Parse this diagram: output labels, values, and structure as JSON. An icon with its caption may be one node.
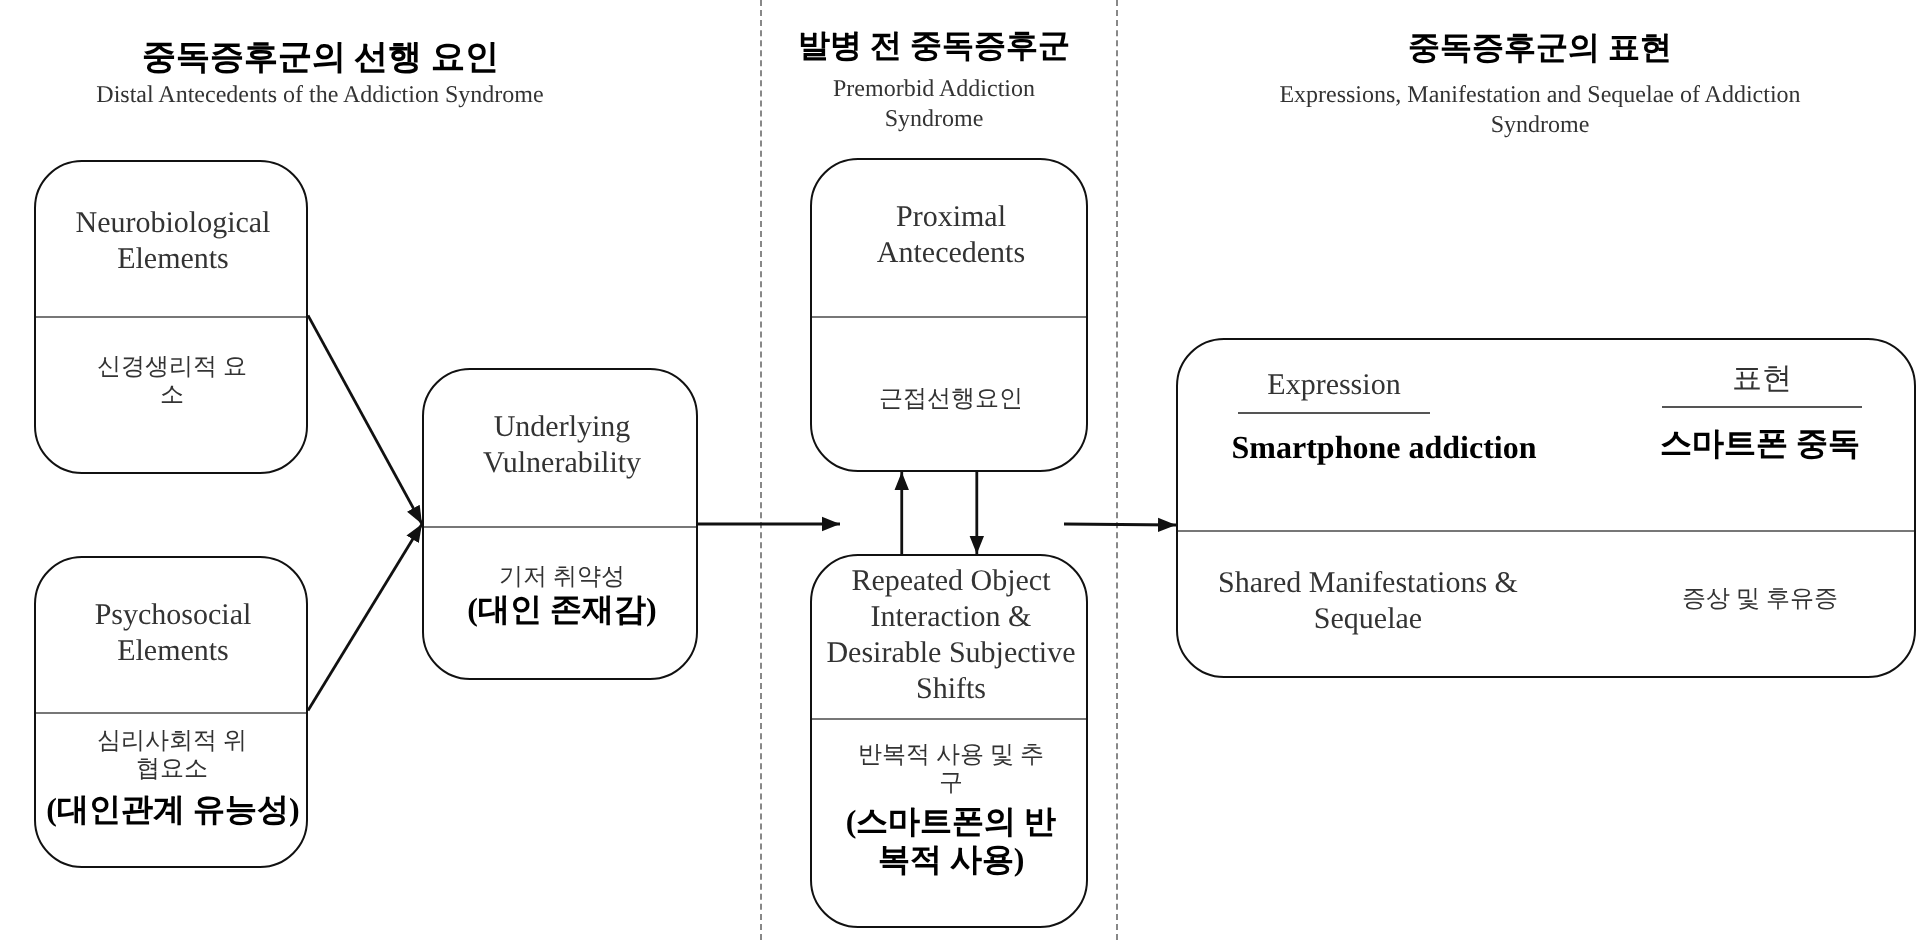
{
  "diagram": {
    "nodes": [
      {
        "text": [
          "Neurobiological Elements",
          "신경생리적 요소"
        ]
      },
      {
        "text": [
          "Psychosocial Elements",
          "심리사회적 위협요소",
          "(대인관계 유능성)"
        ]
      },
      {
        "text": [
          "Underlying Vulnerability",
          "기저 취약성",
          "(대인 존재감)"
        ]
      },
      {
        "text": [
          "Proximal Antecedents",
          "근접선행요인"
        ]
      },
      {
        "text": [
          "Repeated Object Interaction & Desirable Subjective Shifts",
          "반복적 사용 및 추구",
          "(스마트폰의 반복적 사용)"
        ]
      },
      {
        "text": [
          "Expression",
          "표현",
          "Smartphone addiction",
          "스마트폰 중독",
          "Shared Manifestations & Sequelae",
          "증상 및 후유증"
        ]
      }
    ],
    "edges": [
      {
        "from": 0,
        "to": 2,
        "arrow": "to"
      },
      {
        "from": 1,
        "to": 2,
        "arrow": "to"
      },
      {
        "from": 2,
        "to": 4,
        "arrow": "to"
      },
      {
        "from": 4,
        "to": 3,
        "arrow": "to"
      },
      {
        "from": 3,
        "to": 4,
        "arrow": "to"
      },
      {
        "from": null,
        "to": 5,
        "arrow": "to"
      }
    ],
    "labels": [
      "중독증후군의 선행 요인",
      "Distal Antecedents of the Addiction Syndrome",
      "발병 전 중독증후군",
      "Premorbid Addiction Syndrome",
      "중독증후군의 표현",
      "Expressions, Manifestation and Sequelae of Addiction Syndrome"
    ]
  }
}
